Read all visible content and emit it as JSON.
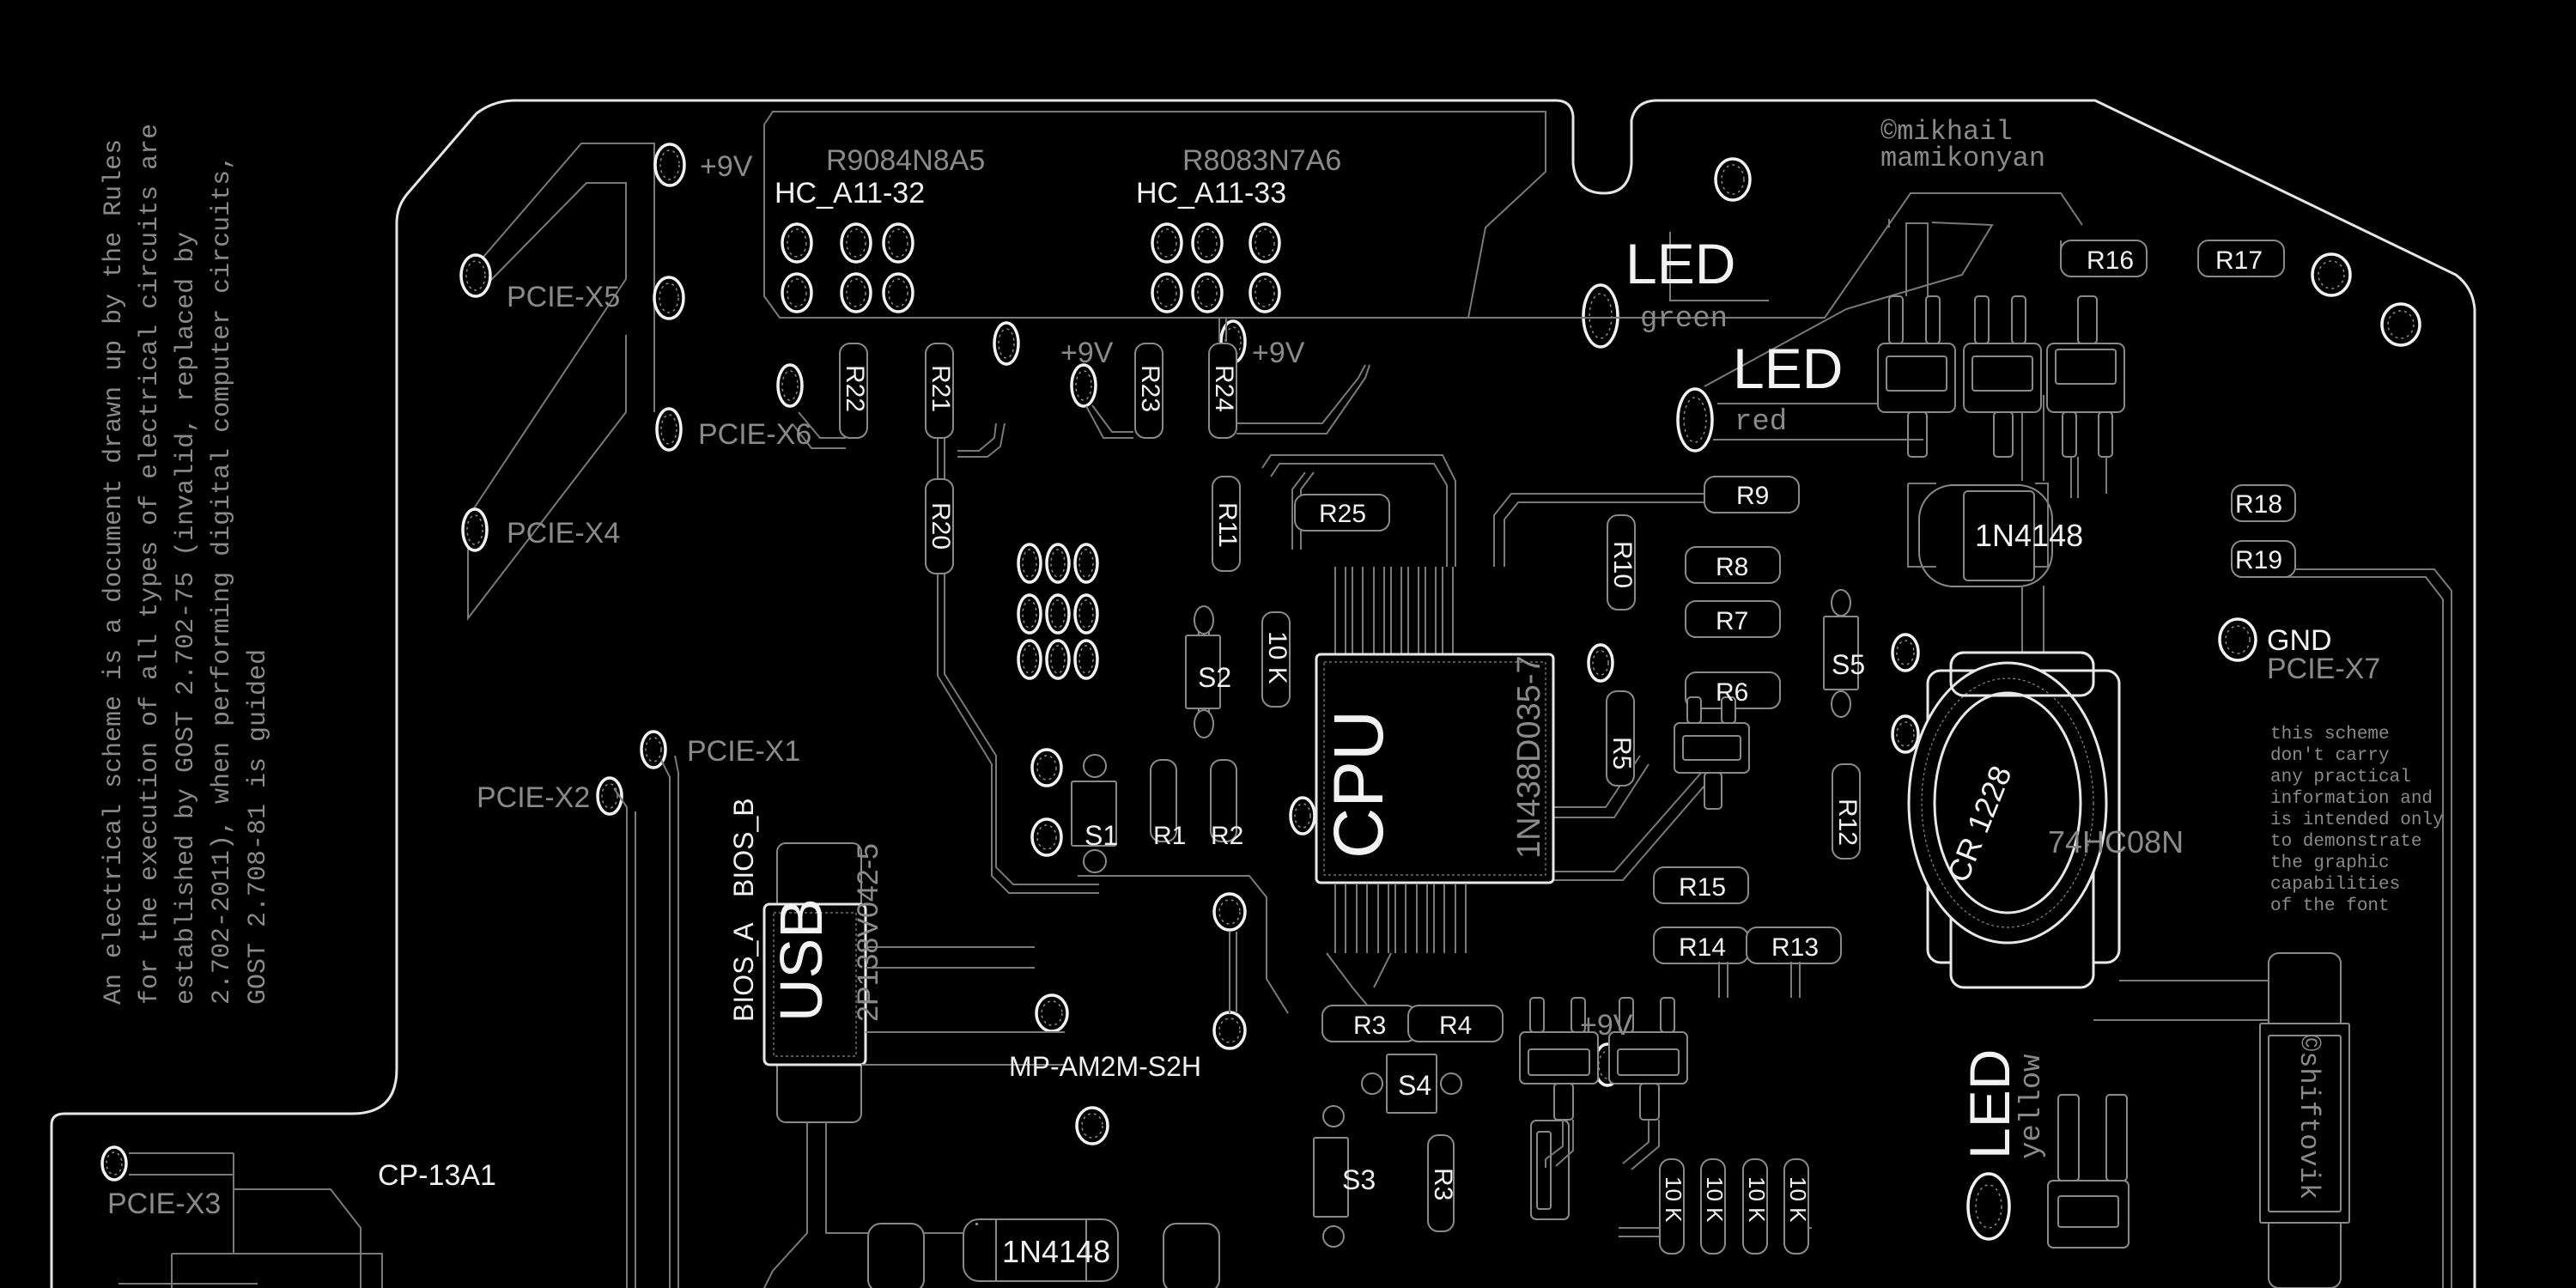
{
  "description": {
    "lines": [
      "An electrical scheme is a document drawn up by the Rules",
      "for the execution of all types of electrical circuits are",
      "established by GOST 2.702-75 (invalid, replaced by",
      "2.702-2011), when performing digital computer circuits,",
      "GOST 2.708-81 is guided"
    ]
  },
  "credits": {
    "author_line1": "©mikhail",
    "author_line2": "mamikonyan",
    "shiftovik": "©shiftovik"
  },
  "note": {
    "lines": [
      "this scheme",
      "don't carry",
      "any practical",
      "information and",
      "is intended only",
      "to demonstrate",
      "the graphic",
      "capabilities",
      "of the font"
    ]
  },
  "connectors": {
    "pcie_x1": "PCIE-X1",
    "pcie_x2": "PCIE-X2",
    "pcie_x3": "PCIE-X3",
    "pcie_x4": "PCIE-X4",
    "pcie_x5": "PCIE-X5",
    "pcie_x6": "PCIE-X6",
    "pcie_x7": "PCIE-X7",
    "gnd": "GND",
    "plus9v": "+9V"
  },
  "headers": {
    "left_part": "R9084N8A5",
    "left_name": "HC_A11-32",
    "right_part": "R8083N7A6",
    "right_name": "HC_A11-33"
  },
  "leds": {
    "label": "LED",
    "green": "green",
    "red": "red",
    "yellow": "yellow"
  },
  "chips": {
    "cpu": "CPU",
    "cpu_part": "1N438D035-7",
    "usb": "USB",
    "usb_part": "2P138V042-5",
    "bios_a": "BIOS_A",
    "bios_b": "BIOS_B",
    "mp": "MP-AM2M-S2H",
    "cp": "CP-13A1",
    "battery": "CR 1228",
    "logic": "74HC08N",
    "diode": "1N4148"
  },
  "resistors": {
    "r1": "R1",
    "r2": "R2",
    "r3": "R3",
    "r4": "R4",
    "r5": "R5",
    "r6": "R6",
    "r7": "R7",
    "r8": "R8",
    "r9": "R9",
    "r10": "R10",
    "r11": "R11",
    "r12": "R12",
    "r13": "R13",
    "r14": "R14",
    "r15": "R15",
    "r16": "R16",
    "r17": "R17",
    "r18": "R18",
    "r19": "R19",
    "r20": "R20",
    "r21": "R21",
    "r22": "R22",
    "r23": "R23",
    "r24": "R24",
    "r25": "R25",
    "ten_k": "10 K"
  },
  "switches": {
    "s1": "S1",
    "s2": "S2",
    "s3": "S3",
    "s4": "S4",
    "s5": "S5"
  }
}
